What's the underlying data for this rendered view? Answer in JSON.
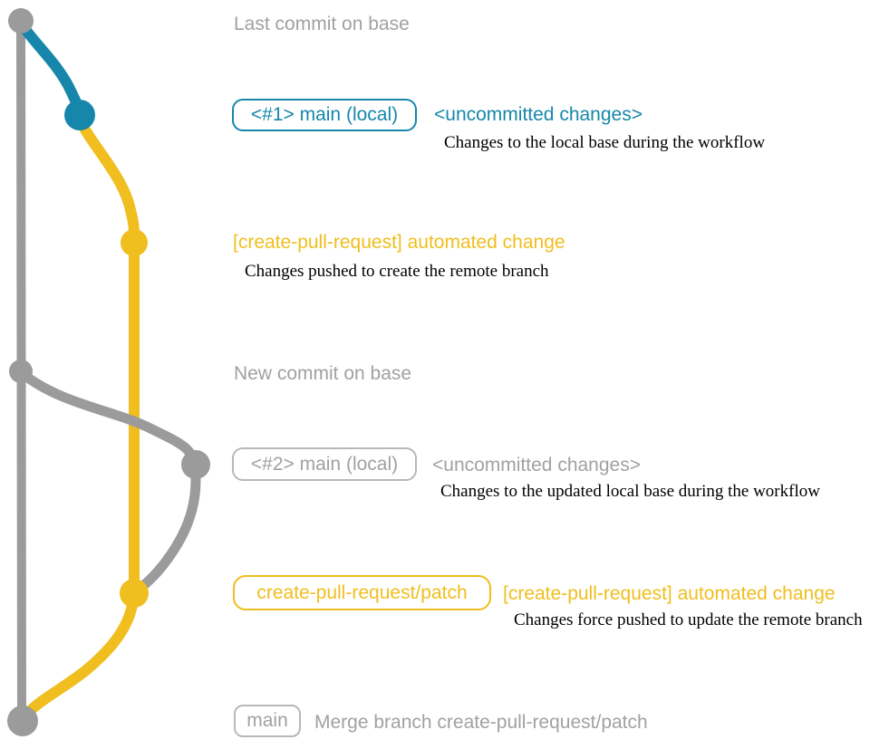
{
  "colors": {
    "gray": "#9b9b9b",
    "gray_text": "#a1a1a1",
    "gray_border": "#b8b8b8",
    "blue": "#1687aa",
    "yellow": "#f0be1e",
    "note": "#000000",
    "background": "#ffffff"
  },
  "graph": {
    "description": "Git branch graph: gray trunk (base branch), blue uncommitted segment, yellow create-pull-request/patch branch, gray rebase segment, yellow merge back into base",
    "node_names": [
      "last-commit-on-base",
      "local-commit-1",
      "patch-commit-1",
      "new-commit-on-base",
      "local-commit-2",
      "patch-commit-2",
      "merge-commit"
    ]
  },
  "rows": {
    "last_commit_label": "Last commit on base",
    "commit1": {
      "pill": "<#1> main (local)",
      "status": "<uncommitted changes>",
      "note": "Changes to the local base during the workflow"
    },
    "push1": {
      "heading": "[create-pull-request] automated change",
      "note": "Changes pushed to create the remote branch"
    },
    "new_commit_label": "New commit on base",
    "commit2": {
      "pill": "<#2> main (local)",
      "status": "<uncommitted changes>",
      "note": "Changes to the updated local base during the workflow"
    },
    "push2": {
      "pill": "create-pull-request/patch",
      "heading": "[create-pull-request] automated change",
      "note": "Changes force pushed to update the remote branch"
    },
    "merge": {
      "pill": "main",
      "heading": "Merge branch create-pull-request/patch"
    }
  }
}
